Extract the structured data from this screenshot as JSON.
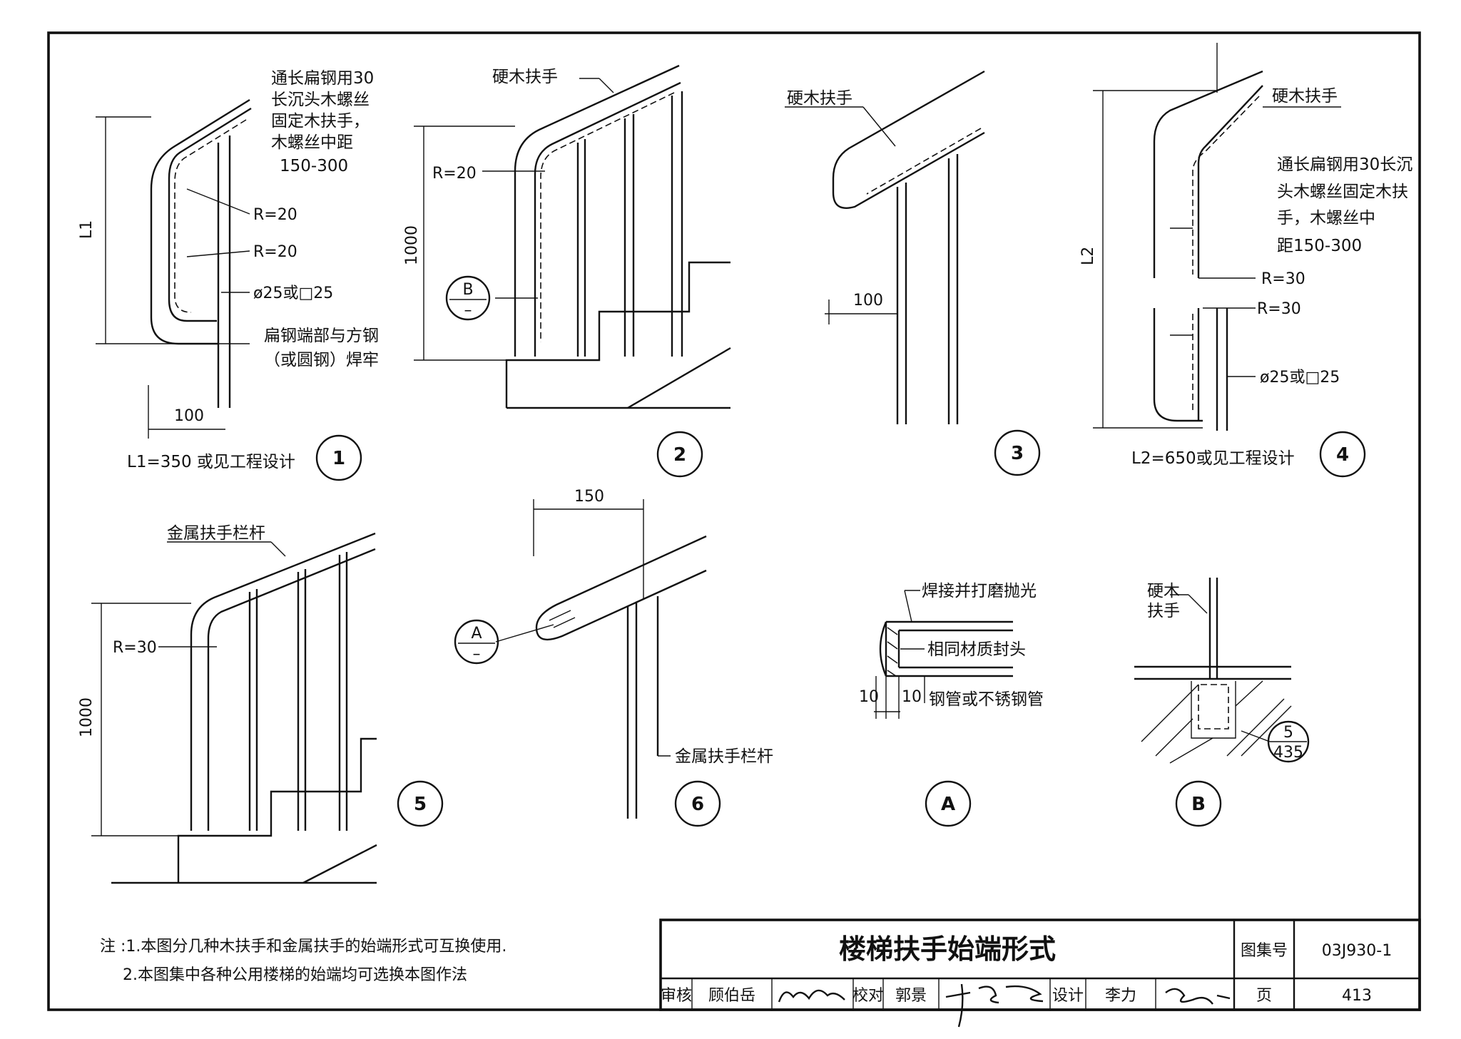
{
  "drawing": {
    "title": "楼梯扶手始端形式",
    "atlas_label": "图集号",
    "atlas_no": "03J930-1",
    "page_label": "页",
    "page_no": "413",
    "review_label": "审核",
    "reviewer": "顾伯岳",
    "check_label": "校对",
    "checker": "郭景",
    "design_label": "设计",
    "designer": "李力"
  },
  "notes": [
    "注 :1.本图分几种木扶手和金属扶手的始端形式可互换使用.",
    "2.本图集中各种公用楼梯的始端均可选换本图作法"
  ],
  "detail1": {
    "note_lines": [
      "通长扁钢用30",
      "长沉头木螺丝",
      "固定木扶手，",
      "木螺丝中距",
      "150-300"
    ],
    "r1": "R=20",
    "r2": "R=20",
    "bar": "ø25或□25",
    "weld_lines": [
      "扁钢端部与方钢",
      "（或圆钢）焊牢"
    ],
    "dim_l": "L1",
    "dim_w": "100",
    "caption": "L1=350 或见工程设计",
    "number": "1"
  },
  "detail2": {
    "label": "硬木扶手",
    "radius": "R=20",
    "dim_h": "1000",
    "ref_letter": "B",
    "ref_sub": "–",
    "number": "2"
  },
  "detail3": {
    "label": "硬木扶手",
    "dim_w": "100",
    "number": "3"
  },
  "detail4": {
    "label": "硬木扶手",
    "note_lines": [
      "通长扁钢用30长沉",
      "头木螺丝固定木扶",
      "手，木螺丝中",
      "距150-300"
    ],
    "r1": "R=30",
    "r2": "R=30",
    "bar": "ø25或□25",
    "dim_l": "L2",
    "caption": "L2=650或见工程设计",
    "number": "4"
  },
  "detail5": {
    "label": "金属扶手栏杆",
    "radius": "R=30",
    "dim_h": "1000",
    "number": "5"
  },
  "detail6": {
    "dim_w": "150",
    "label": "金属扶手栏杆",
    "ref_letter": "A",
    "ref_sub": "–",
    "number": "6"
  },
  "detailA": {
    "label1": "焊接并打磨抛光",
    "label2": "相同材质封头",
    "label3": "钢管或不锈钢管",
    "dim1": "10",
    "dim2": "10",
    "letter": "A"
  },
  "detailB": {
    "label_lines": [
      "硬木",
      "扶手"
    ],
    "ref_top": "5",
    "ref_bottom": "435",
    "letter": "B"
  }
}
